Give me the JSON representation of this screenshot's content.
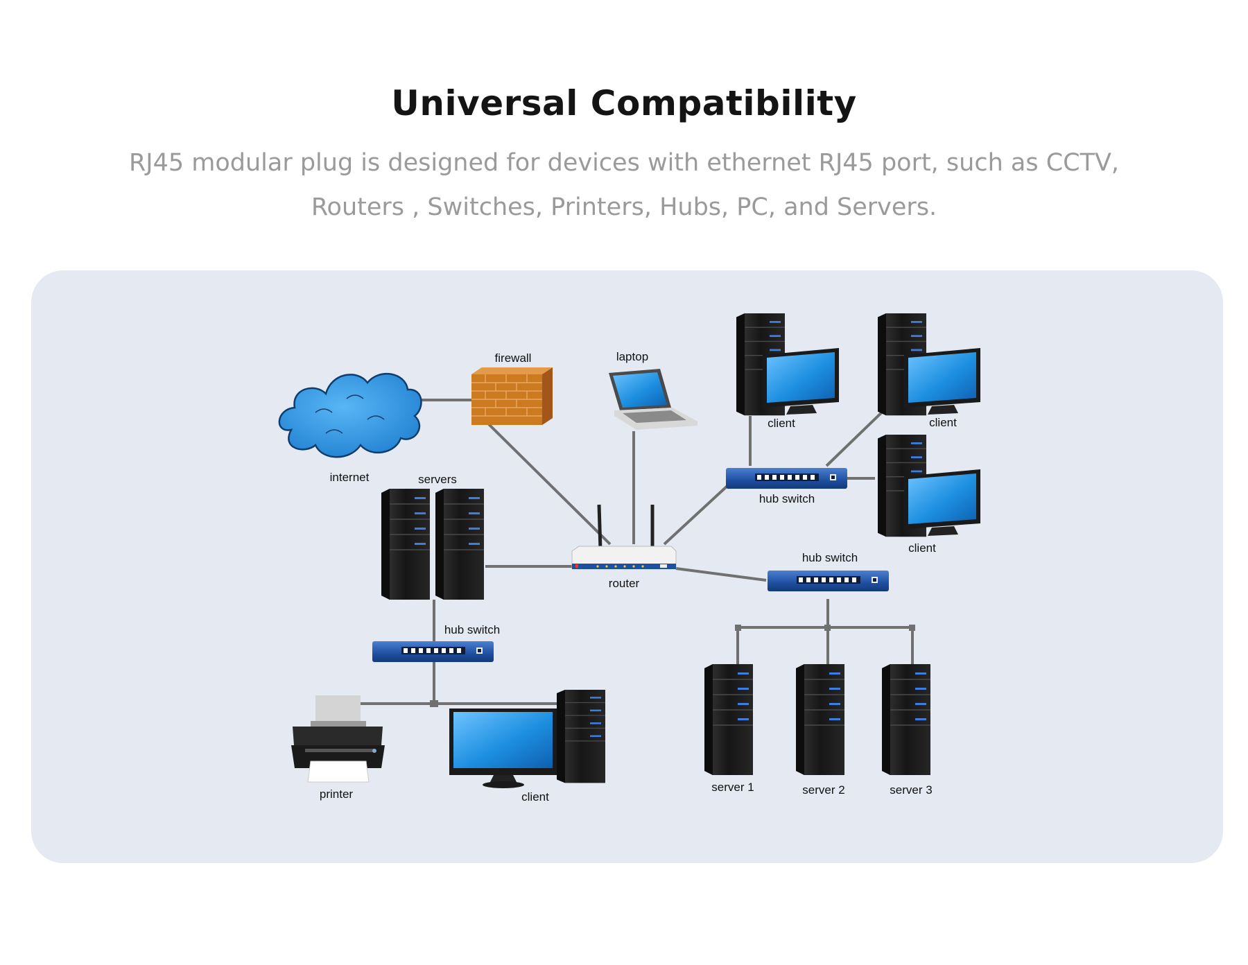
{
  "header": {
    "title": "Universal Compatibility",
    "subtitle": "RJ45 modular plug is designed for devices with ethernet RJ45 port, such as CCTV, Routers , Switches, Printers, Hubs, PC, and Servers."
  },
  "diagram": {
    "labels": {
      "internet": "internet",
      "firewall": "firewall",
      "laptop": "laptop",
      "client_top_left": "client",
      "client_top_right": "client",
      "client_right": "client",
      "hub_switch_top": "hub switch",
      "servers": "servers",
      "router": "router",
      "hub_switch_right": "hub switch",
      "hub_switch_left": "hub switch",
      "printer": "printer",
      "client_bottom": "client",
      "server_1": "server 1",
      "server_2": "server 2",
      "server_3": "server 3"
    }
  },
  "colors": {
    "panel_bg": "#e4e9f2",
    "cable": "#707070",
    "server_body": "#1d1d1d",
    "server_led": "#3d7ee0",
    "monitor_screen": "#1d8fe0",
    "switch_body": "#1f4fa0",
    "cloud": "#2f93e0",
    "firewall": "#cc7a20"
  }
}
